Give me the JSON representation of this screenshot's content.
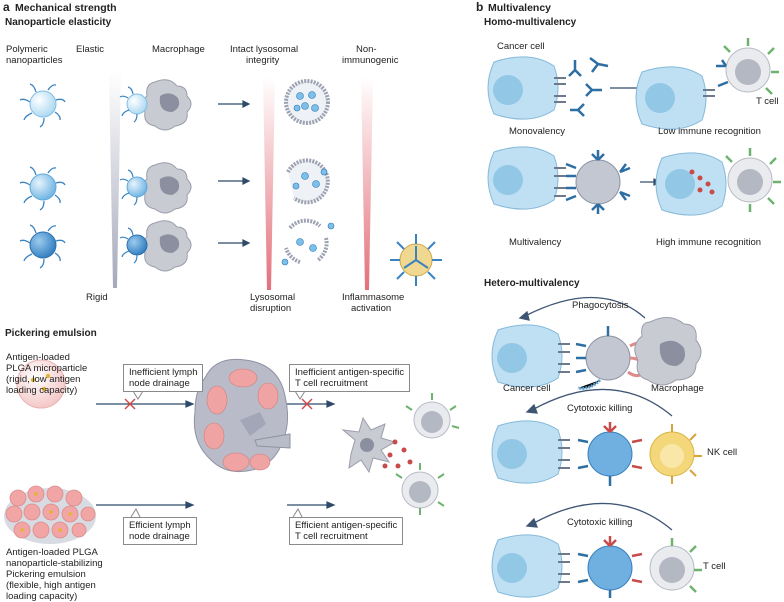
{
  "panel_a": {
    "letter": "a",
    "title": "Mechanical strength",
    "elasticity": {
      "heading": "Nanoparticle elasticity",
      "col_polymeric": [
        "Polymeric",
        "nanoparticles"
      ],
      "col_elastic": "Elastic",
      "col_macrophage": "Macrophage",
      "col_lysosomal": [
        "Intact lysosomal",
        "integrity"
      ],
      "col_nonimmuno": [
        "Non-",
        "immunogenic"
      ],
      "label_rigid": "Rigid",
      "label_disruption": [
        "Lysosomal",
        "disruption"
      ],
      "label_inflammasome": [
        "Inflammasome",
        "activation"
      ]
    },
    "pickering": {
      "heading": "Pickering emulsion",
      "microparticle": [
        "Antigen-loaded",
        "PLGA microparticle",
        "(rigid, low antigen",
        "loading capacity)"
      ],
      "emulsion": [
        "Antigen-loaded PLGA",
        "nanoparticle-stabilizing",
        "Pickering emulsion",
        "(flexible, high antigen",
        "loading capacity)"
      ],
      "box_inefficient_drainage": [
        "Inefficient lymph",
        "node drainage"
      ],
      "box_efficient_drainage": [
        "Efficient lymph",
        "node drainage"
      ],
      "box_inefficient_recruit": [
        "Inefficient antigen-specific",
        "T cell recruitment"
      ],
      "box_efficient_recruit": [
        "Efficient antigen-specific",
        "T cell recruitment"
      ]
    }
  },
  "panel_b": {
    "letter": "b",
    "title": "Multivalency",
    "homo": {
      "heading": "Homo-multivalency",
      "cancer_cell": "Cancer cell",
      "t_cell": "T cell",
      "monovalency": "Monovalency",
      "low_recognition": "Low immune recognition",
      "multivalency": "Multivalency",
      "high_recognition": "High immune recognition"
    },
    "hetero": {
      "heading": "Hetero-multivalency",
      "phagocytosis": "Phagocytosis",
      "cancer_cell": "Cancer cell",
      "macrophage": "Macrophage",
      "cytotoxic_1": "Cytotoxic killing",
      "nk_cell": "NK cell",
      "cytotoxic_2": "Cytotoxic killing",
      "t_cell": "T cell"
    }
  },
  "colors": {
    "nanoparticle_light": "#cfe9f7",
    "nanoparticle_mid": "#8fc6ea",
    "nanoparticle_dark": "#3f8fcf",
    "cancer_cell": "#bfe0f3",
    "macrophage": "#c7c9d1",
    "antibody_blue": "#2d6ea3",
    "antibody_red": "#c84b4b",
    "receptor_green": "#6fb26f",
    "nk_yellow": "#f3d77a",
    "elastic_gradient_top": "#ffffff",
    "elastic_gradient_bottom": "#a6a9bb",
    "red_gradient_bottom": "#e4707a",
    "lymph_node": "#b9bcc8",
    "pink_particle": "#f0a3a3"
  }
}
